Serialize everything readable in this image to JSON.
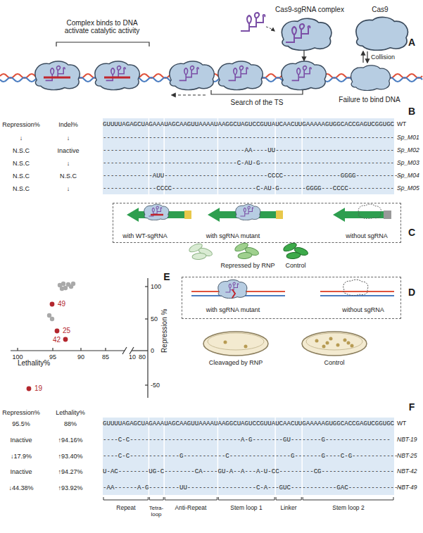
{
  "diagram": {
    "nodes": [
      {
        "text": [
          "with WT-sgRNA",
          "with sgRNA mutant",
          "without sgRNA"
        ]
      },
      {
        "text": [
          "with sgRNA mutant",
          "without sgRNA"
        ]
      }
    ],
    "labels": [
      "A",
      "Cas9",
      "Cas9-sgRNA complex",
      "Collision",
      "Failure to bind DNA",
      "Search of the TS",
      "Complex binds to DNA activate catalytic activity",
      "B",
      "Repression%",
      "Indel%",
      "WT",
      "GUUUUAGAGCUAGAAAUAGCAAGUUAAAAUAAGGCUAGUCCGUUAUCAACUUGAAAAAGUGGCACCGAGUCGGUGC",
      "Sp_M01",
      "----------------------------------------------------------------------------",
      "↓",
      "↓",
      "Sp_M02",
      "-------------------------------------AA----UU-------------------------------",
      "Inactive",
      "N.S.C",
      "Sp_M03",
      "-----------------------------------C-AU-G-----------------------------------",
      "↓",
      "N.S.C",
      "Sp_M04",
      "-------------AUU---------------------------CCCC---------------GGGG------------",
      "N.S.C",
      "N.S.C",
      "Sp_M05",
      "--------------CCCC----------------------C-AU-G-------GGGG---CCCC------------",
      "↓",
      "N.S.C",
      "C",
      "Control",
      "Repressed by RNP",
      "D",
      "Cleavaged by RNP",
      "Control",
      "E",
      "Lethality%",
      "100",
      "95",
      "90",
      "85",
      "10",
      "80",
      "Repression %",
      "100",
      "50",
      "0",
      "-50",
      "49",
      "25",
      "42",
      "19",
      "F",
      "Repression%",
      "Lethality%",
      "WT",
      "GUUUUAGAGCUAGAAAUAGCAAGUUAAAAUAAGGCUAGUCCGUUAUCAACUUGAAAAAGUGGCACCGAGUCGGUGC",
      "88%",
      "95.5%",
      "NBT-19",
      "----C-C-----------------------------A-G--------GU--------G-----------------",
      "↑94.16%",
      "Inactive",
      "NBT-25",
      "----C-C-------------G-----------C----------------G-------G----C-G------------",
      "↑93.40%",
      "↓17.9%",
      "NBT-42",
      "U-AC--------UG-C--------CA----GU-A--A---A-U-CC---------CG-------------------",
      "↑94.27%",
      "Inactive",
      "NBT-49",
      "-AA------A-G--------UU------------------C-A---GUC------------GAC--------------",
      "↑93.92%",
      "↓44.38%",
      "Repeat",
      "Tetra-loop",
      "Anti-Repeat",
      "Stem loop 1",
      "Linker",
      "Stem loop 2"
    ]
  }
}
